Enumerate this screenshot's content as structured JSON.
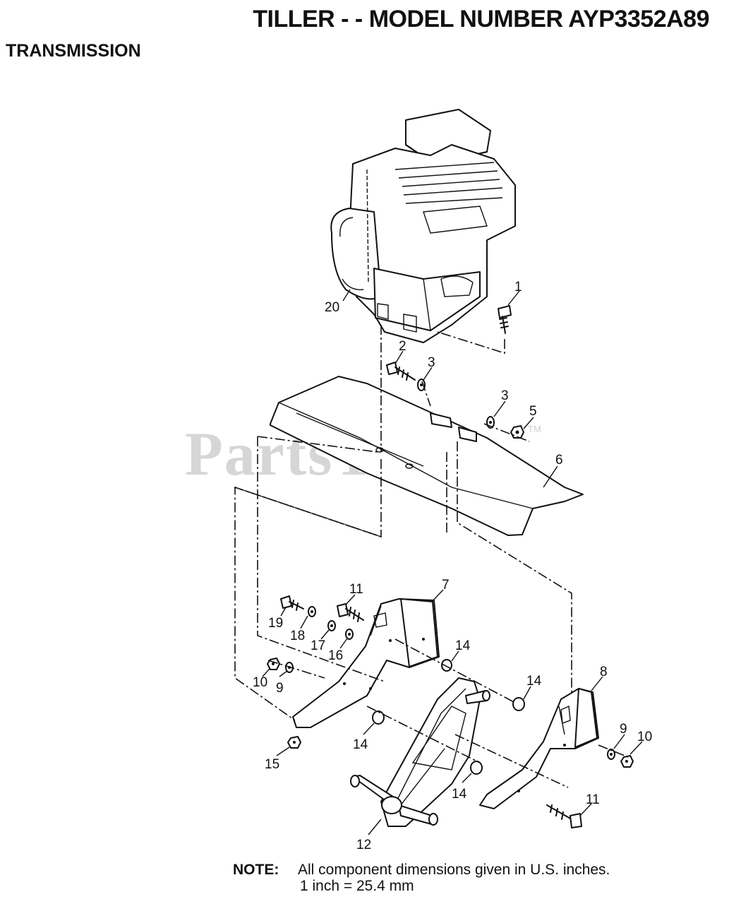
{
  "header": {
    "title": "TILLER - - MODEL NUMBER AYP3352A89",
    "section": "TRANSMISSION"
  },
  "watermark": {
    "text": "PartsTree",
    "tm": "TM"
  },
  "callouts": {
    "c1": "1",
    "c2": "2",
    "c3a": "3",
    "c3b": "3",
    "c5": "5",
    "c6": "6",
    "c7": "7",
    "c8": "8",
    "c9a": "9",
    "c9b": "9",
    "c10a": "10",
    "c10b": "10",
    "c11a": "11",
    "c11b": "11",
    "c12": "12",
    "c14a": "14",
    "c14b": "14",
    "c14c": "14",
    "c14d": "14",
    "c15": "15",
    "c16": "16",
    "c17": "17",
    "c18": "18",
    "c19": "19",
    "c20": "20"
  },
  "note": {
    "label": "NOTE:",
    "line1": "All component dimensions given in U.S. inches.",
    "line2": "1 inch = 25.4 mm"
  }
}
